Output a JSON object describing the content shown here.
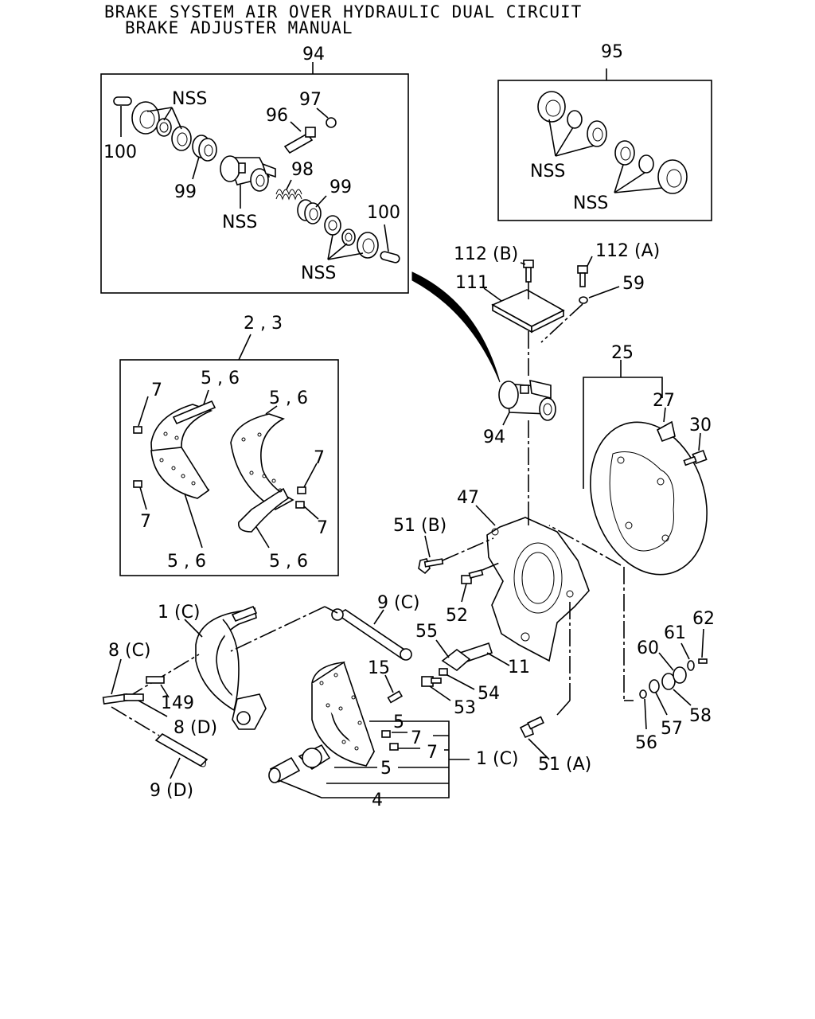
{
  "title": {
    "line1": "BRAKE SYSTEM AIR OVER HYDRAULIC DUAL CIRCUIT",
    "line2": "BRAKE ADJUSTER MANUAL"
  },
  "labels": {
    "l94_box": "94",
    "l95_box": "95",
    "l97": "97",
    "l96": "96",
    "l98": "98",
    "l99_a": "99",
    "l99_b": "99",
    "l100_a": "100",
    "l100_b": "100",
    "nss_1": "NSS",
    "nss_2": "NSS",
    "nss_3": "NSS",
    "nss_4": "NSS",
    "nss_5": "NSS",
    "l112b": "112 (B)",
    "l112a": "112 (A)",
    "l111": "111",
    "l59": "59",
    "l23": "2 , 3",
    "l56_top": "5 , 6",
    "l56_right": "5 , 6",
    "l56_bl": "5 , 6",
    "l56_br": "5 , 6",
    "l7_a": "7",
    "l7_b": "7",
    "l7_c": "7",
    "l7_d": "7",
    "l25": "25",
    "l27": "27",
    "l30": "30",
    "l94_cyl": "94",
    "l47": "47",
    "l51b": "51 (B)",
    "l52": "52",
    "l55": "55",
    "l11": "11",
    "l54": "54",
    "l53": "53",
    "l51a": "51 (A)",
    "l60": "60",
    "l61": "61",
    "l62": "62",
    "l56": "56",
    "l57": "57",
    "l58": "58",
    "l1c_top": "1 (C)",
    "l9c": "9 (C)",
    "l8c": "8 (C)",
    "l149": "149",
    "l8d": "8 (D)",
    "l9d": "9 (D)",
    "l15": "15",
    "l5_a": "5",
    "l7_e": "7",
    "l7_f": "7",
    "l5_b": "5",
    "l1c_right": "1 (C)",
    "l4": "4"
  }
}
